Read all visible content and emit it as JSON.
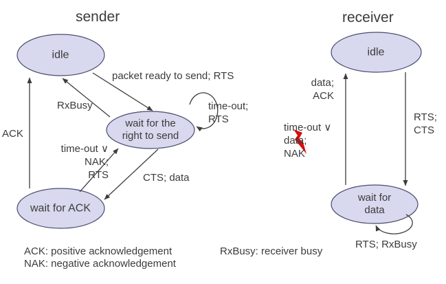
{
  "colors": {
    "state_fill": "#d8d8ee",
    "state_stroke": "#4a4a6e",
    "line": "#3c3c3c",
    "text": "#3b3b3b",
    "bolt": "#d40f0f",
    "background": "#ffffff"
  },
  "sender": {
    "title": "sender",
    "states": {
      "idle": "idle",
      "wait_right": "wait for the\nright to send",
      "wait_ack": "wait for ACK"
    },
    "transitions": {
      "packet_ready": "packet ready to send; RTS",
      "rxbusy": "RxBusy",
      "timeout_rts": "time-out;\nRTS",
      "ack": "ACK",
      "timeout_nak_rts": "time-out ∨\nNAK;\nRTS",
      "cts_data": "CTS; data"
    }
  },
  "receiver": {
    "title": "receiver",
    "states": {
      "idle": "idle",
      "wait_data": "wait for\ndata"
    },
    "transitions": {
      "data_ack": "data;\nACK",
      "timeout_data_nak": "time-out ∨\ndata;\nNAK",
      "rts_cts": "RTS;\nCTS",
      "rts_rxbusy": "RTS; RxBusy"
    }
  },
  "legend": {
    "ack": "ACK: positive acknowledgement",
    "nak": "NAK: negative acknowledgement",
    "rxbusy": "RxBusy: receiver busy"
  }
}
